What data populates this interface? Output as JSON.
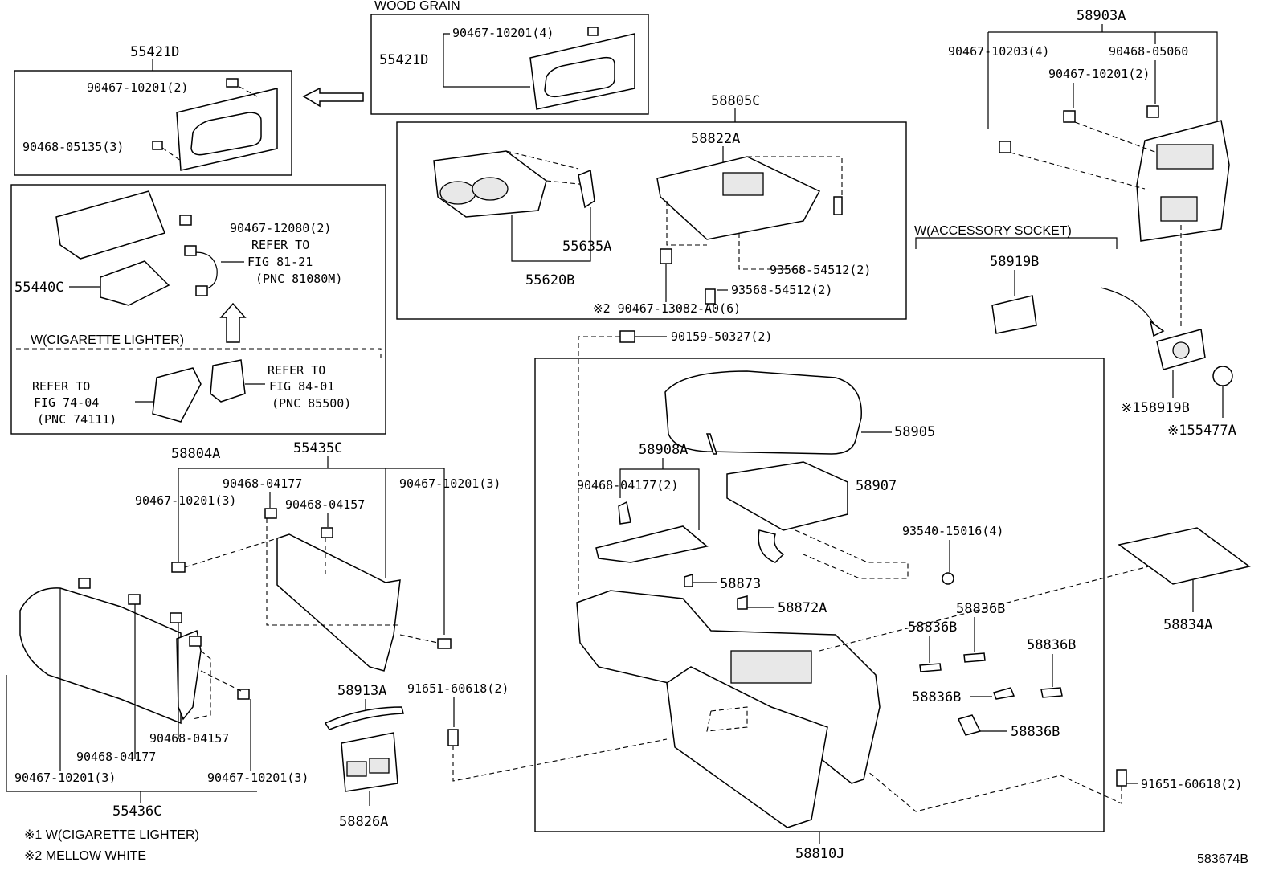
{
  "header": {
    "wood_grain": "WOOD GRAIN",
    "accessory_socket": "W(ACCESSORY SOCKET)",
    "cig_lighter_group": "W(CIGARETTE LIGHTER)"
  },
  "labels": {
    "p55421D_top": "55421D",
    "p55421D_wood": "55421D",
    "p90467_10201_4": "90467-10201(4)",
    "p90467_10201_2a": "90467-10201(2)",
    "p90468_05135_3": "90468-05135(3)",
    "p90467_12080_2": "90467-12080(2)",
    "refer_81_1": "REFER TO",
    "refer_81_2": "FIG 81-21",
    "refer_81_3": "(PNC 81080M)",
    "p55440C": "55440C",
    "refer_74_1": "REFER TO",
    "refer_74_2": "FIG 74-04",
    "refer_74_3": "(PNC 74111)",
    "refer_84_1": "REFER TO",
    "refer_84_2": "FIG 84-01",
    "refer_84_3": "(PNC 85500)",
    "p58805C": "58805C",
    "p58822A": "58822A",
    "p55635A": "55635A",
    "p55620B": "55620B",
    "p93568_54512_a": "93568-54512(2)",
    "p93568_54512_b": "93568-54512(2)",
    "p90467_13082": "※2 90467-13082-A0(6)",
    "p58903A": "58903A",
    "p90467_10203_4": "90467-10203(4)",
    "p90468_05060": "90468-05060",
    "p90467_10201_2b": "90467-10201(2)",
    "p58919B": "58919B",
    "p1_58919B": "※158919B",
    "p1_55477A": "※155477A",
    "p90159_50327": "90159-50327(2)",
    "p58905": "58905",
    "p58908A": "58908A",
    "p90468_04177_2": "90468-04177(2)",
    "p58907": "58907",
    "p93540_15016": "93540-15016(4)",
    "p58873": "58873",
    "p58872A": "58872A",
    "p58834A": "58834A",
    "p58836B_1": "58836B",
    "p58836B_2": "58836B",
    "p58836B_3": "58836B",
    "p58836B_4": "58836B",
    "p58836B_5": "58836B",
    "p58804A": "58804A",
    "p55435C": "55435C",
    "p90468_04177_a": "90468-04177",
    "p90467_10201_3a": "90467-10201(3)",
    "p90468_04157_a": "90468-04157",
    "p90467_10201_3b": "90467-10201(3)",
    "p58913A": "58913A",
    "p91651_60618_a": "91651-60618(2)",
    "p90468_04157_b": "90468-04157",
    "p90468_04177_b": "90468-04177",
    "p90467_10201_3c": "90467-10201(3)",
    "p90467_10201_3d": "90467-10201(3)",
    "p55436C": "55436C",
    "p58826A": "58826A",
    "p58810J": "58810J",
    "p91651_60618_b": "91651-60618(2)"
  },
  "footnotes": {
    "note1": "※1 W(CIGARETTE LIGHTER)",
    "note2": "※2 MELLOW WHITE"
  },
  "diagram_id": "583674B"
}
